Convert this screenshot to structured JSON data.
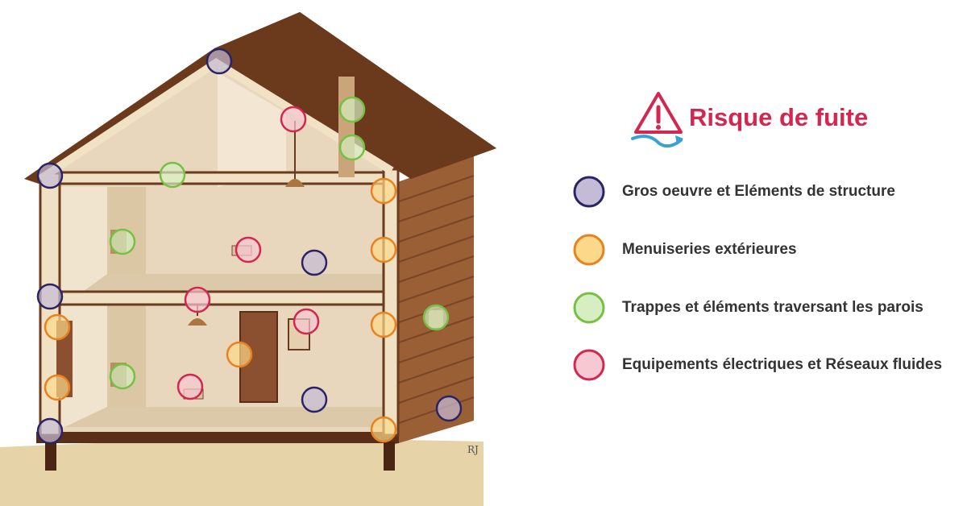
{
  "legend": {
    "title": "Risque de fuite",
    "icon": "warning-triangle-icon",
    "items": [
      {
        "label": "Gros oeuvre et Eléments de structure",
        "fill": "#c4bcd6",
        "stroke": "#2a2466"
      },
      {
        "label": "Menuiseries extérieures",
        "fill": "#fcd98a",
        "stroke": "#e8821e"
      },
      {
        "label": "Trappes et éléments traversant les parois",
        "fill": "#d6eec2",
        "stroke": "#76c043"
      },
      {
        "label": "Equipements électriques et Réseaux fluides",
        "fill": "#f6c8d2",
        "stroke": "#d4264f"
      }
    ]
  },
  "signature": "RJ",
  "markers": [
    {
      "cat": 0
    },
    {
      "cat": 0
    },
    {
      "cat": 0
    },
    {
      "cat": 0
    },
    {
      "cat": 0
    },
    {
      "cat": 0
    },
    {
      "cat": 0
    },
    {
      "cat": 1
    },
    {
      "cat": 1
    },
    {
      "cat": 1
    },
    {
      "cat": 1
    },
    {
      "cat": 1
    },
    {
      "cat": 1
    },
    {
      "cat": 1
    },
    {
      "cat": 2
    },
    {
      "cat": 2
    },
    {
      "cat": 2
    },
    {
      "cat": 2
    },
    {
      "cat": 2
    },
    {
      "cat": 2
    },
    {
      "cat": 3
    },
    {
      "cat": 3
    },
    {
      "cat": 3
    },
    {
      "cat": 3
    },
    {
      "cat": 3
    }
  ]
}
